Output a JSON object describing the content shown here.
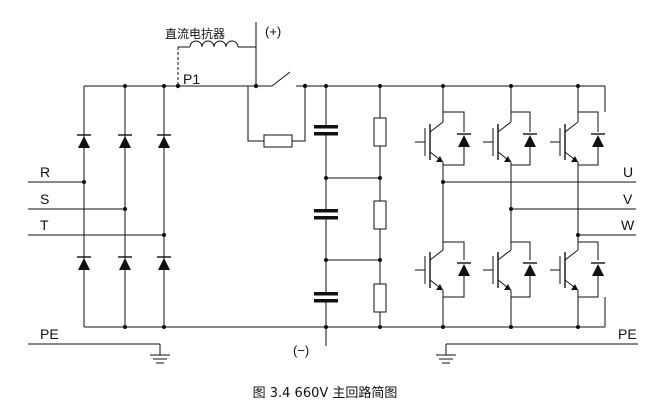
{
  "labels": {
    "dc_reactor": "直流电抗器",
    "plus": "(+)",
    "minus": "(−)",
    "p1": "P1",
    "r": "R",
    "s": "S",
    "t": "T",
    "u": "U",
    "v": "V",
    "w": "W",
    "pe_left": "PE",
    "pe_right": "PE"
  },
  "caption": "图 3.4 660V 主回路简图"
}
